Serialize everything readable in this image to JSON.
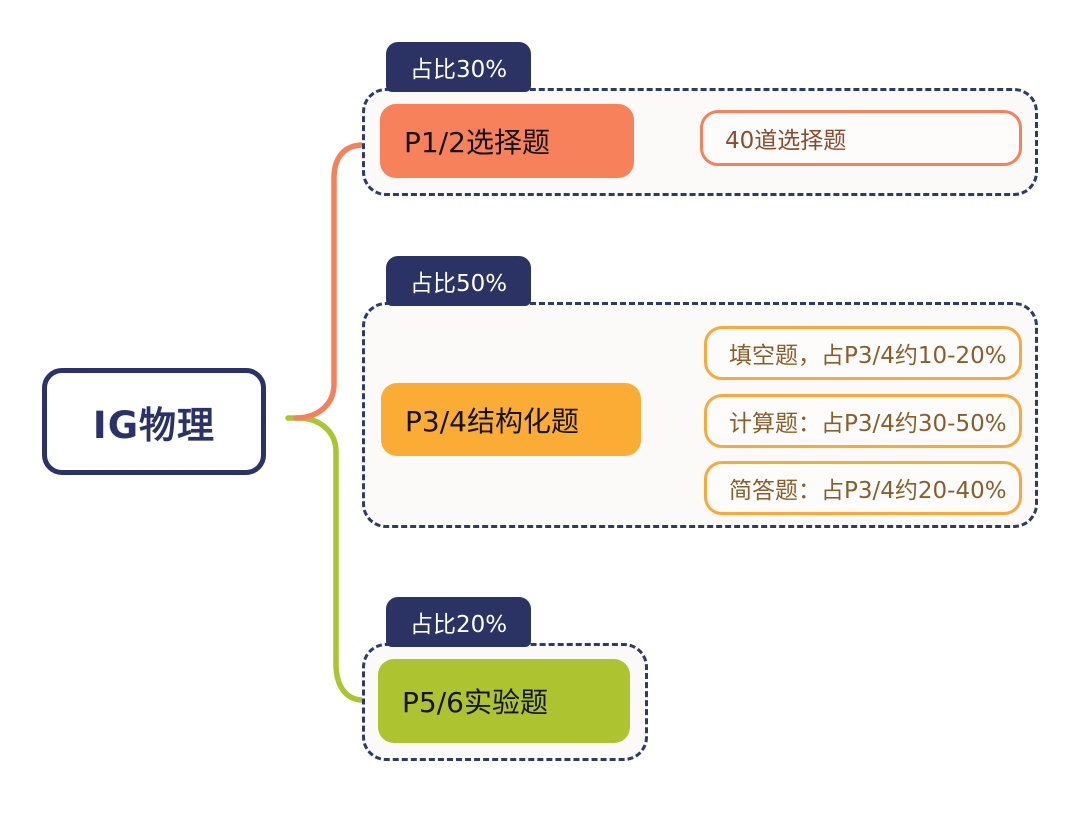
{
  "root": {
    "label": "IG物理"
  },
  "branches": [
    {
      "badge": "占比30%",
      "label": "P1/2选择题",
      "fill": "#F6815B",
      "children": [
        "40道选择题"
      ]
    },
    {
      "badge": "占比50%",
      "label": "P3/4结构化题",
      "fill": "#FAAC35",
      "children": [
        "填空题，占P3/4约10-20%",
        "计算题：占P3/4约30-50%",
        "简答题：占P3/4约20-40%"
      ]
    },
    {
      "badge": "占比20%",
      "label": "P5/6实验题",
      "fill": "#ADC32F",
      "children": []
    }
  ],
  "colors": {
    "navy": "#2A3268",
    "badge_bg": "#2B3365",
    "dashed_border": "#2E3A6E",
    "orange": "#F5815B",
    "amber": "#F9A93C",
    "green": "#A9C52F",
    "leaf_text_orange": "#8C4C2B",
    "leaf_text_amber": "#8A5E2B",
    "panel_bg": "#FBFAF8"
  }
}
